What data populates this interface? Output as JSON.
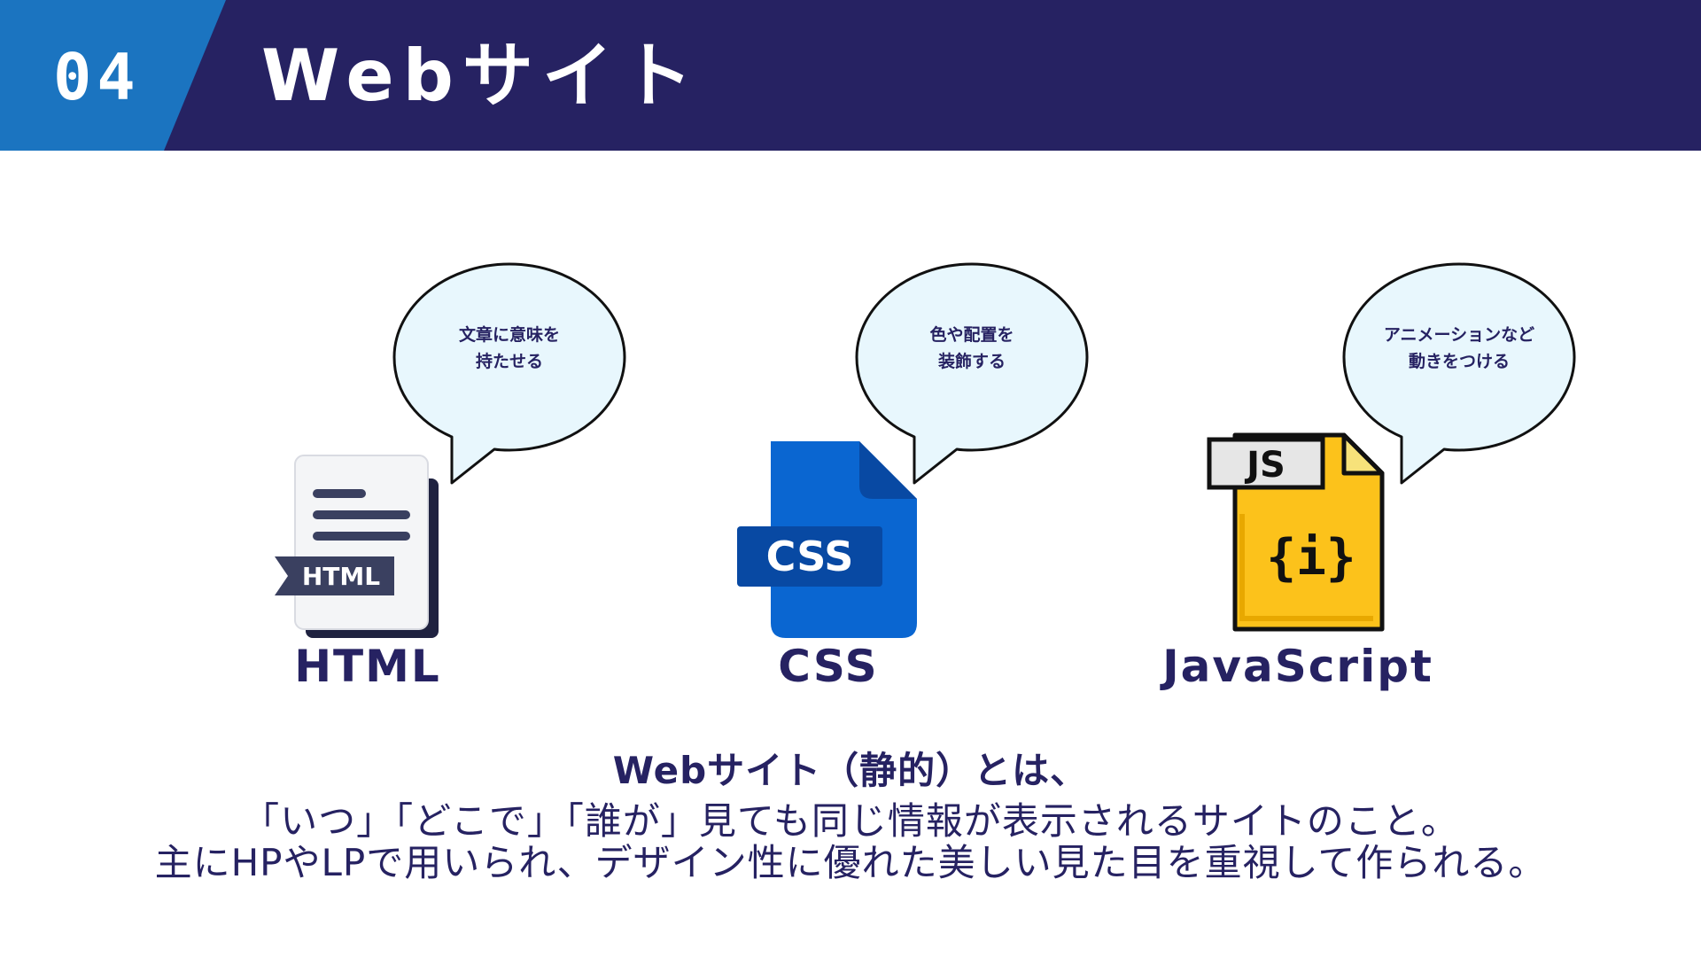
{
  "header": {
    "number": "04",
    "title": "Webサイト"
  },
  "technologies": [
    {
      "label": "HTML",
      "icon": "html-file-icon",
      "icon_tag": "HTML",
      "bubble_lines": [
        "文章に意味を",
        "持たせる"
      ]
    },
    {
      "label": "CSS",
      "icon": "css-file-icon",
      "icon_tag": "CSS",
      "bubble_lines": [
        "色や配置を",
        "装飾する"
      ]
    },
    {
      "label": "JavaScript",
      "icon": "js-file-icon",
      "icon_tag": "JS",
      "icon_symbol": "{i}",
      "bubble_lines": [
        "アニメーションなど",
        "動きをつける"
      ]
    }
  ],
  "description": {
    "line1": "Webサイト（静的）とは、",
    "line2": "「いつ」「どこで」「誰が」見ても同じ情報が表示されるサイトのこと。",
    "line3": "主にHPやLPで用いられ、デザイン性に優れた美しい見た目を重視して作られる。"
  },
  "colors": {
    "navy": "#262262",
    "blue": "#1b74c0",
    "bubble_fill": "#e8f7fd",
    "css_blue": "#0a66d1",
    "js_yellow": "#fcc21b"
  }
}
